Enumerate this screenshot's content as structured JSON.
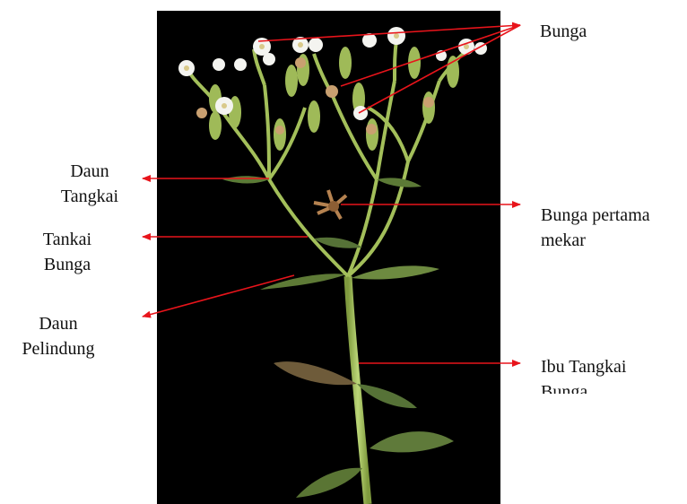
{
  "labels": {
    "bunga": "Bunga",
    "daun_tangkai": [
      "Daun",
      "Tangkai"
    ],
    "tankai_bunga": [
      "Tankai",
      "Bunga"
    ],
    "daun_pelindung": [
      "Daun",
      "Pelindung"
    ],
    "bunga_pertama_mekar": [
      "Bunga pertama",
      "mekar"
    ],
    "ibu_tangkai": [
      "Ibu Tangkai",
      "Bunga"
    ]
  },
  "colors": {
    "arrow": "#e8141b",
    "photo_background": "#000000",
    "stem": "#a9c560",
    "leaf": "#5f7a3a",
    "flower": "#f4f4f0"
  }
}
